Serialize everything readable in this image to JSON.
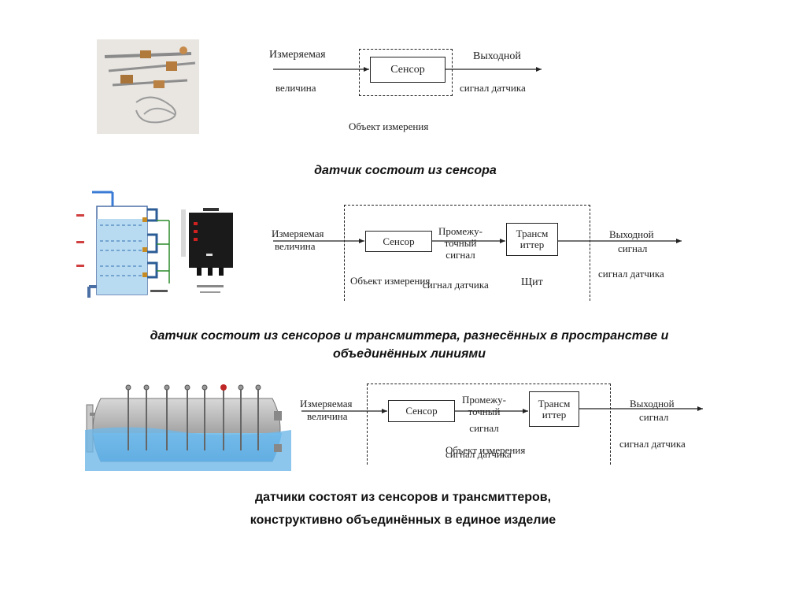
{
  "diagram1": {
    "input_label_1": "Измеряемая",
    "input_label_2": "величина",
    "sensor": "Сенсор",
    "output_label_1": "Выходной",
    "output_label_2": "сигнал датчика",
    "object_label": "Объект измерения",
    "caption": "датчик состоит из сенсора"
  },
  "diagram2": {
    "input_label_1": "Измеряемая",
    "input_label_2": "величина",
    "sensor": "Сенсор",
    "intermediate_1": "Промежу-",
    "intermediate_2": "точный",
    "intermediate_3": "сигнал",
    "transmitter_1": "Трансм",
    "transmitter_2": "иттер",
    "output_label_1": "Выходной",
    "output_label_2": "сигнал",
    "output_label_3": "сигнал датчика",
    "object_label": "Объект измерения",
    "overlap_label": "сигнал датчика",
    "panel_label": "Щит",
    "caption_1": "датчик состоит из сенсоров и трансмиттера, разнесённых в пространстве и",
    "caption_2": "объединённых линиями"
  },
  "diagram3": {
    "input_label_1": "Измеряемая",
    "input_label_2": "величина",
    "sensor": "Сенсор",
    "intermediate_1": "Промежу-",
    "intermediate_2": "точный",
    "intermediate_3": "сигнал",
    "transmitter_1": "Трансм",
    "transmitter_2": "иттер",
    "output_label_1": "Выходной",
    "output_label_2": "сигнал",
    "output_label_3": "сигнал датчика",
    "object_label": "Объект измерения",
    "overlap_label": "сигнал датчика",
    "caption_1": "датчики состоят из сенсоров и трансмиттеров,",
    "caption_2": "конструктивно объединённых в единое изделие"
  }
}
